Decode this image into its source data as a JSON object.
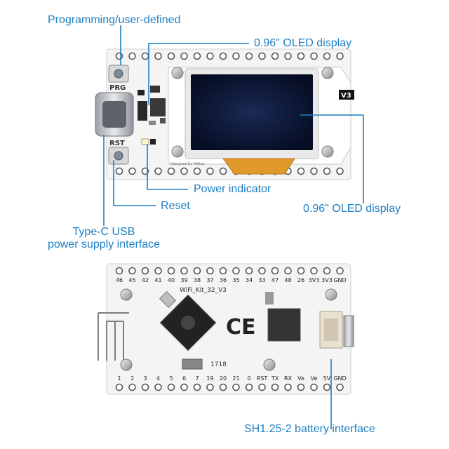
{
  "callouts": {
    "programming_button": "Programming/user-defined",
    "oled_top": "0.96\" OLED display",
    "power_indicator": "Power indicator",
    "oled_right": "0.96\" OLED display",
    "reset": "Reset",
    "usb_line1": "Type-C USB",
    "usb_line2": "power supply interface",
    "battery": "SH1.25-2 battery interface"
  },
  "board_top": {
    "prg_label": "PRG",
    "rst_label": "RST",
    "version": "V3",
    "designer_text": "Designed by Heltec"
  },
  "board_bottom": {
    "model": "WiFi_Kit_32_V3",
    "ce_mark": "CE",
    "crystal_text": "1718",
    "top_pins": [
      "46",
      "45",
      "42",
      "41",
      "40",
      "39",
      "38",
      "37",
      "36",
      "35",
      "34",
      "33",
      "47",
      "48",
      "26",
      "3V3",
      "3V3",
      "GND"
    ],
    "bottom_pins": [
      "1",
      "2",
      "3",
      "4",
      "5",
      "6",
      "7",
      "19",
      "20",
      "21",
      "0",
      "RST",
      "TX",
      "RX",
      "Ve",
      "Ve",
      "5V",
      "GND"
    ]
  },
  "colors": {
    "callout": "#1d7fc4",
    "board": "#f4f4f4",
    "screen": "#0e1a3c"
  }
}
